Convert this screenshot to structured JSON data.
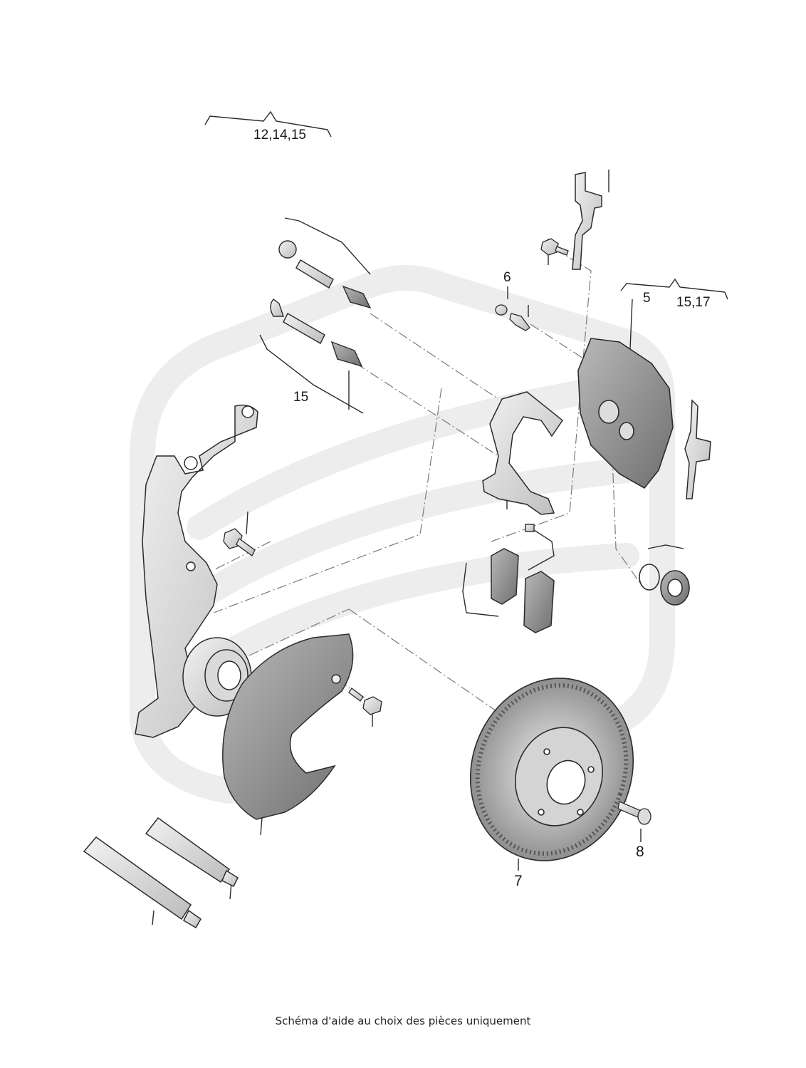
{
  "callouts": {
    "top_group": "12,14,15",
    "caliper_group_a": "5",
    "caliper_group_b": "15,17",
    "bolt_6": "6",
    "pin_group": "15",
    "disc_7": "7",
    "screw_8": "8"
  },
  "footer": {
    "caption": "Schéma d'aide au choix des pièces uniquement"
  },
  "colors": {
    "line": "#2b2b2b",
    "part_fill": "#e4e4e4",
    "part_shade": "#9a9a9a",
    "watermark": "#ececec"
  }
}
